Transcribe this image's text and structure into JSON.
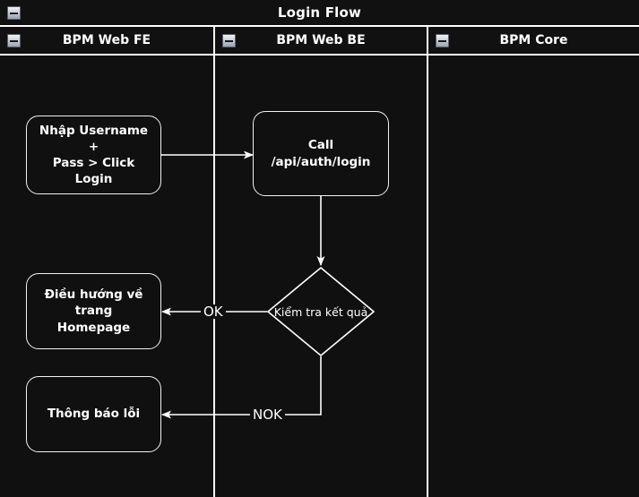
{
  "diagram": {
    "title": "Login Flow",
    "type": "swimlane-flowchart",
    "background_color": "#101010",
    "stroke_color": "#ffffff",
    "text_color": "#ffffff"
  },
  "title_bar": {
    "label": "Login Flow",
    "collapse_icon": "minus-box-icon"
  },
  "lanes": [
    {
      "id": "fe",
      "label": "BPM Web FE",
      "collapse_icon": "minus-box-icon"
    },
    {
      "id": "be",
      "label": "BPM Web BE",
      "collapse_icon": "minus-box-icon"
    },
    {
      "id": "core",
      "label": "BPM Core",
      "collapse_icon": "minus-box-icon"
    }
  ],
  "nodes": [
    {
      "id": "n1",
      "lane": "fe",
      "shape": "rounded-rect",
      "label": "Nhập Username +\nPass > Click Login"
    },
    {
      "id": "n2",
      "lane": "be",
      "shape": "rounded-rect",
      "label": "Call /api/auth/login"
    },
    {
      "id": "n3",
      "lane": "be",
      "shape": "diamond",
      "label": "Kiểm tra kết quả"
    },
    {
      "id": "n4",
      "lane": "fe",
      "shape": "rounded-rect",
      "label": "Điều hướng về trang\nHomepage"
    },
    {
      "id": "n5",
      "lane": "fe",
      "shape": "rounded-rect",
      "label": "Thông báo lỗi"
    }
  ],
  "edges": [
    {
      "id": "e1",
      "from": "n1",
      "to": "n2",
      "label": ""
    },
    {
      "id": "e2",
      "from": "n2",
      "to": "n3",
      "label": ""
    },
    {
      "id": "e3",
      "from": "n3",
      "to": "n4",
      "label": "OK"
    },
    {
      "id": "e4",
      "from": "n3",
      "to": "n5",
      "label": "NOK"
    }
  ]
}
